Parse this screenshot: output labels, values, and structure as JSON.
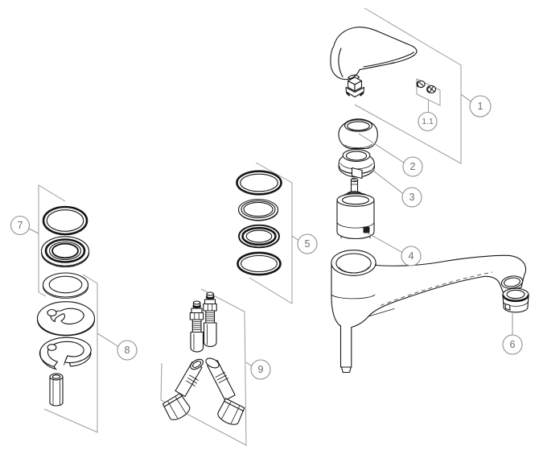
{
  "drawing": {
    "kind": "exploded-parts-diagram",
    "background_color": "#ffffff",
    "part_line_color": "#161616",
    "boundary_line_color": "#9b9b9b",
    "balloon_text_color": "#6e6e6e"
  },
  "callouts": [
    {
      "label": "1"
    },
    {
      "label": "1.1"
    },
    {
      "label": "2"
    },
    {
      "label": "3"
    },
    {
      "label": "4"
    },
    {
      "label": "5"
    },
    {
      "label": "6"
    },
    {
      "label": "7"
    },
    {
      "label": "8"
    },
    {
      "label": "9"
    }
  ]
}
